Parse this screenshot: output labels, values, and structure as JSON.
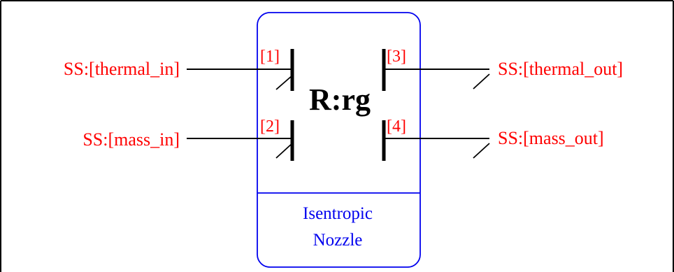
{
  "component": {
    "label": "R:rg",
    "caption_line1": "Isentropic",
    "caption_line2": "Nozzle"
  },
  "ports": [
    {
      "num": "[1]",
      "name": "SS:[thermal_in]"
    },
    {
      "num": "[2]",
      "name": "SS:[mass_in]"
    },
    {
      "num": "[3]",
      "name": "SS:[thermal_out]"
    },
    {
      "num": "[4]",
      "name": "SS:[mass_out]"
    }
  ],
  "colors": {
    "port_text": "#ff0000",
    "component_outline": "#0000ee",
    "caption_text": "#0000ee",
    "bonds": "#000000"
  }
}
